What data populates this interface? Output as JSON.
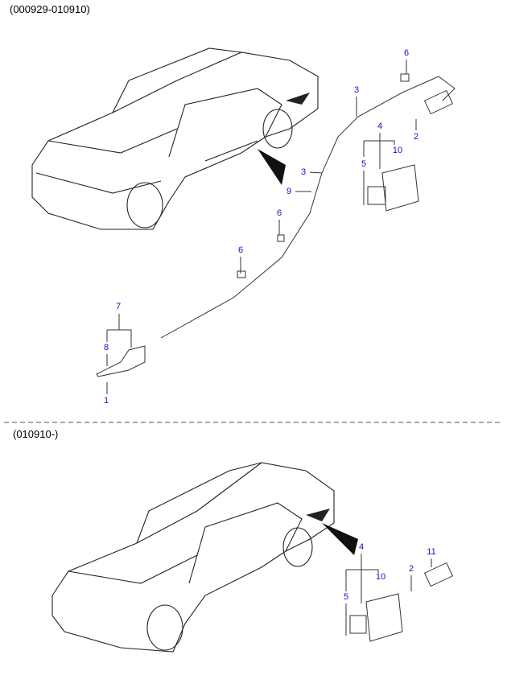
{
  "sections": [
    {
      "header": "(000929-010910)",
      "callouts": [
        "6",
        "3",
        "2",
        "4",
        "10",
        "5",
        "3",
        "9",
        "6",
        "6",
        "7",
        "8",
        "1"
      ]
    },
    {
      "header": "(010910-)",
      "callouts": [
        "4",
        "10",
        "5",
        "2",
        "11"
      ]
    }
  ],
  "label_color": "#1010c8"
}
